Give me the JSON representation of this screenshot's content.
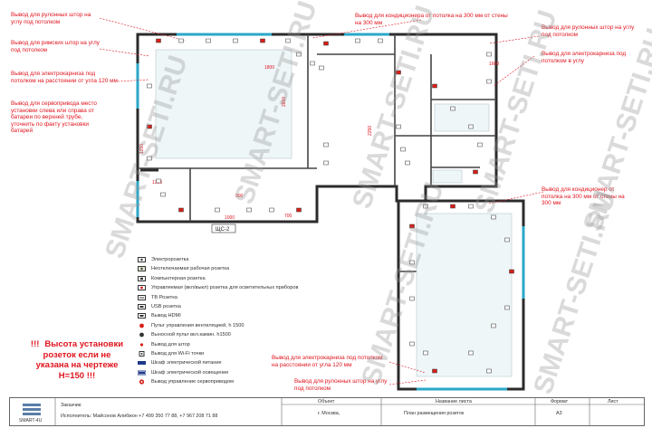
{
  "notes": {
    "roller_left": "Вывод для рулонных штор на углу под потолком",
    "roman_blind": "Вывод для римских штор на углу под потолком",
    "curtain_rail_left": "Вывод для электрокарниза под потолком на расстоянии от угла 120 мм",
    "servo": "Вывод для сервопривода место установки слева или справа от батареи по верхней трубе, уточнить по факту установки батарей",
    "ac_top": "Вывод для кондиционера от потолка на  300 мм от стены на 300 мм",
    "roller_right": "Вывод для рулонных штор на углу под потолком",
    "curtain_rail_right": "Вывод для электрокарниза под потолком  в углу",
    "ac_right": "Вывод для кондиционер от потолка на  300 мм от стены на 300 мм",
    "curtain_rail_bottom": "Вывод для электрокарниза под потолком на расстоянии от угла 120 мм",
    "roller_bottom": "Вывод для рулонных штор на углу под потолком"
  },
  "warning": {
    "marks": "!!!",
    "text": "Высота установки розеток если не указана на чертеже H=150 !!!"
  },
  "legend": [
    {
      "icon": "socket",
      "label": "Электророзетка"
    },
    {
      "icon": "socket-unswitched",
      "label": "Неотключаемая рабочая розетка"
    },
    {
      "icon": "computer-socket",
      "label": "Компьютерная розетка"
    },
    {
      "icon": "managed-socket",
      "label": "Управляемая (вкл/выкл) розетка для осветительных приборов"
    },
    {
      "icon": "tv-socket",
      "label": "ТВ Розетка"
    },
    {
      "icon": "usb-socket",
      "label": "USB розетка"
    },
    {
      "icon": "hdmi",
      "label": "Вывод HDMI"
    },
    {
      "icon": "vent-panel",
      "label": "Пульт управления вентиляцией, h 1500"
    },
    {
      "icon": "fireplace-remote",
      "label": "Выносной пульт вкл.камин. h1500"
    },
    {
      "icon": "blind-output",
      "label": "Вывод для штор"
    },
    {
      "icon": "wifi-point",
      "label": "Вывод для Wi-Fi точки"
    },
    {
      "icon": "power-panel",
      "label": "Шкаф электрической питание"
    },
    {
      "icon": "lighting-panel",
      "label": "Шкаф электрической освещение"
    },
    {
      "icon": "servo-output",
      "label": "Вывод управление сервоприводом"
    }
  ],
  "plan_labels": {
    "panel": "ЩС-2",
    "dim_1000": "1000",
    "dim_1800": "1800",
    "dim_2800": "2800",
    "dim_2250": "2250",
    "dim_900": "900",
    "dim_1300": "1300",
    "dim_1600": "1600",
    "dim_1250": "1250",
    "dim_700": "700"
  },
  "title_block": {
    "customer_label": "Заказчик:",
    "executor": "Исполнитель: Майсонов Алибжон +7 499 350 77 88, +7 967 208 71 88",
    "object_header": "Объект",
    "object_value": "г. Москва,",
    "sheet_header": "Название листа",
    "sheet_value": "План размещения розеток",
    "format_header": "Формат",
    "format_value": "А3",
    "sheet_no_header": "Лист",
    "logo_text": "SMART-4U"
  },
  "watermarks": [
    "SMART-SETI.RU",
    "SMART-SETI.RU",
    "SMART-SETI.RU",
    "SMART-SETI.RU",
    "SMART-SETI.RU",
    "SMART-SETI.RU",
    "SMART-SETI.RU"
  ],
  "colors": {
    "wall": "#2b2b2b",
    "annotation": "#e0141e",
    "window": "#2aa7c8",
    "marker": "#d91e18",
    "accent_blue": "#1d3a8a"
  }
}
